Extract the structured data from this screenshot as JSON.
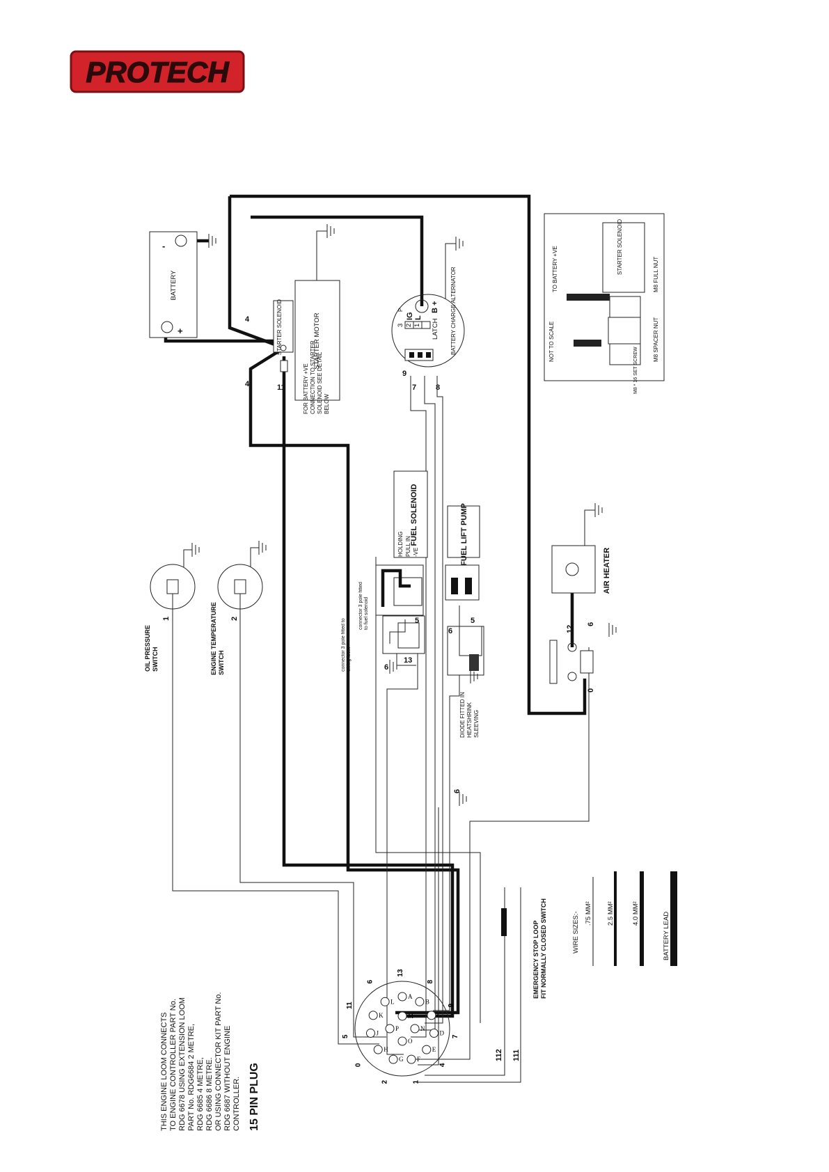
{
  "brand": {
    "logo_text": "PROTECH",
    "color": "#d2232a",
    "outline": "#7a1015"
  },
  "battery": {
    "label": "BATTERY",
    "plus": "+",
    "minus": "-"
  },
  "starter_solenoid": {
    "label": "STARTER SOLENOID",
    "wire_top": "4",
    "wire_bottom": "4",
    "wire_11": "11"
  },
  "starter_motor": {
    "label": "STARTER MOTOR",
    "note": "FOR BATTERY +VE CONNECTION TO STARTER SOLENOID SEE DETAIL BELOW"
  },
  "alternator": {
    "label": "BATTERY CHARGE ALTERNATOR",
    "latch": "LATCH",
    "ig": "IG",
    "l": "L",
    "p": "P",
    "b_plus": "B +",
    "pin3": "3",
    "pin2": "2",
    "pin1": "1",
    "wire9": "9",
    "wire7": "7",
    "wire8": "8"
  },
  "detail": {
    "not_to_scale": "NOT TO SCALE",
    "to_battery": "TO BATTERY +VE",
    "solenoid": "STARTER SOLENOID",
    "full_nut": "M8 FULL NUT",
    "spacer_nut": "M8 SPACER NUT",
    "set_screw": "M8 * 16 SET SCREW"
  },
  "fuel_solenoid": {
    "label": "FUEL SOLENOID",
    "holding": "HOLDING",
    "pullin": "PULL IN",
    "neg": "-VE",
    "connector_note": "connector 3 pole fitted to fuel solenoid"
  },
  "fuel_pump": {
    "label": "FUEL LIFT PUMP"
  },
  "loom_connector": {
    "note": "connector 3 pole fitted to wiring loom",
    "wire5": "5",
    "wire6": "6",
    "wire13": "13"
  },
  "diode": {
    "label": "DIODE FITTED IN HEATSHRINK SLEEVING",
    "wire6": "6",
    "wire5": "5"
  },
  "air_heater": {
    "label": "AIR HEATER",
    "wire12": "12",
    "wire6": "6",
    "wire0": "0"
  },
  "oil_switch": {
    "label": "OIL PRESSURE SWITCH",
    "wire": "1"
  },
  "temp_switch": {
    "label": "ENGINE TEMPERATURE SWITCH",
    "wire": "2"
  },
  "ground6": "6",
  "plug": {
    "title": "15 PIN PLUG",
    "note": [
      "THIS ENGINE LOOM CONNECTS",
      "TO ENGINE CONTROLLER PART No.",
      "RDG 6678 USING EXTENSION LOOM",
      "PART No. RDG6684 2 METRE,",
      "RDG 6685 4 METRE,",
      "RDG 6686 8 METRE.",
      "OR USING CONNECTOR KIT PART No.",
      "RDG 6687 WITHOUT ENGINE",
      "CONTROLLER."
    ],
    "pins": [
      "A",
      "B",
      "C",
      "D",
      "E",
      "F",
      "G",
      "H",
      "J",
      "K",
      "L",
      "M",
      "N",
      "O",
      "P"
    ],
    "wires": [
      "13",
      "8",
      "9",
      "7",
      "4",
      "1",
      "2",
      "0",
      "5",
      "11",
      "6"
    ]
  },
  "estop": {
    "line1": "EMERGENCY STOP LOOP",
    "line2": "FIT NORMALLY CLOSED SWITCH",
    "wire112": "112",
    "wire111": "111"
  },
  "wire_sizes": {
    "title": "WIRE SIZES:-",
    "sizes": [
      ".75 MM²",
      "2.5 MM²",
      "4.0 MM²",
      "BATTERY LEAD"
    ]
  }
}
